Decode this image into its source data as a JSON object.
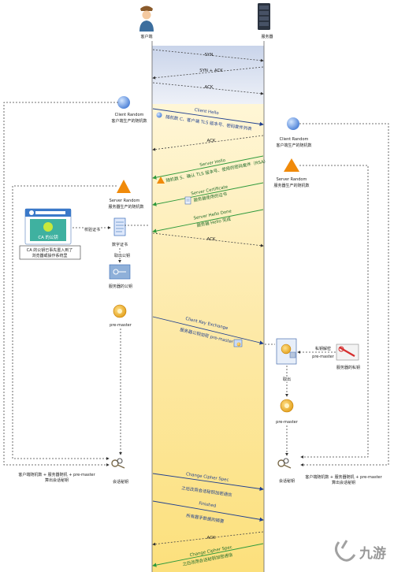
{
  "actors": {
    "client_label": "客户端",
    "server_label": "服务器"
  },
  "tcp": {
    "syn": "SYN",
    "syn_ack": "SYN + ACK",
    "ack": "ACK"
  },
  "left_side": {
    "client_random_title": "Client Random",
    "client_random_desc": "客户端生产的随机数",
    "server_random_title": "Server Random",
    "server_random_desc": "服务器生产的随机数",
    "ca_badge": "CA 的公钥",
    "ca_note_line1": "CA 的公钥已事先置入到了",
    "ca_note_line2": "浏览器或操作系统里",
    "verify_cert": "校验证书",
    "digital_cert": "数字证书",
    "extract_pubkey": "取出公钥",
    "server_pubkey": "服务器的公钥",
    "pre_master": "pre-master",
    "formula_line1": "客户端随机数 + 服务器随机 + pre-master",
    "formula_line2": "算出会话秘钥",
    "session_key": "会话秘钥"
  },
  "right_side": {
    "client_random_title": "Client Random",
    "client_random_desc": "客户端生产的随机数",
    "server_random_title": "Server Random",
    "server_random_desc": "服务器生产的随机数",
    "private_decrypt": "私钥解密",
    "pre_master_small": "pre-master",
    "server_private_key": "服务器的私钥",
    "extract": "取出",
    "pre_master": "pre-master",
    "session_key": "会话秘钥",
    "formula_line1": "客户端随机数 + 服务器随机 + pre-master",
    "formula_line2": "算出会话秘钥"
  },
  "messages": {
    "client_hello": "Client Hello",
    "client_hello_detail": "随机数 C、客户端 TLS 版本号、密码套件列表",
    "ack1": "ACK",
    "server_hello": "Server Hello",
    "server_hello_detail": "随机数 S、确认 TLS 版本号、使用的密码套件（RSA）",
    "server_cert": "Server Certificate",
    "server_cert_detail": "服务器使用的证书",
    "server_hello_done": "Server Hello Done",
    "server_hello_done_detail": "服务器 Hello 完成",
    "ack2": "ACK",
    "client_key_exchange": "Client Key Exchange",
    "client_key_exchange_detail": "服务器公钥加密 pre-master",
    "change_cipher_c": "Change Cipher Spec",
    "change_cipher_c_detail": "之后改用会话秘钥加密通信",
    "finished_c": "Finished",
    "finished_c_detail": "所有握手数据的摘要",
    "ack3": "ACK",
    "change_cipher_s": "Change Cipher Spec",
    "change_cipher_s_detail": "之后改用会话秘钥加密通信"
  },
  "watermark": {
    "text": "九游"
  },
  "colors": {
    "tcp_band": "#dfe6f3",
    "tls_band": "#fde9a9",
    "client_arrow": "#1f3f8f",
    "server_arrow": "#2e9a3c"
  }
}
